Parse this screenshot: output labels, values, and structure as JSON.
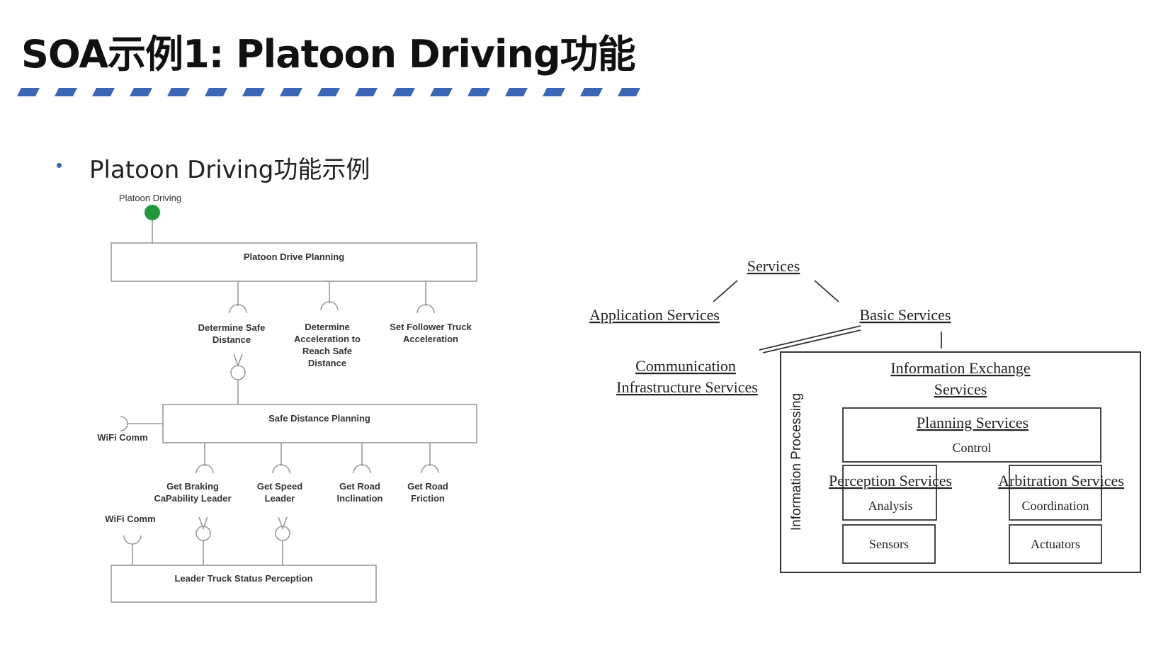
{
  "title": "SOA示例1: Platoon Driving功能",
  "bullet_text": "Platoon Driving功能示例",
  "left_diagram": {
    "root_label": "Platoon Driving",
    "top_box": "Platoon Drive Planning",
    "top_services": [
      {
        "lines": [
          "Determine Safe",
          "Distance"
        ]
      },
      {
        "lines": [
          "Determine",
          "Acceleration to",
          "Reach Safe",
          "Distance"
        ]
      },
      {
        "lines": [
          "Set Follower Truck",
          "Acceleration"
        ]
      }
    ],
    "mid_box": "Safe Distance Planning",
    "wifi_label_1": "WiFi Comm",
    "mid_services": [
      {
        "lines": [
          "Get Braking",
          "CaPability Leader"
        ]
      },
      {
        "lines": [
          "Get Speed",
          "Leader"
        ]
      },
      {
        "lines": [
          "Get Road",
          "Inclination"
        ]
      },
      {
        "lines": [
          "Get Road",
          "Friction"
        ]
      }
    ],
    "wifi_label_2": "WiFi Comm",
    "bottom_box": "Leader Truck Status Perception",
    "colors": {
      "root_dot": "#1f9a3a",
      "line": "#9a9a9a",
      "text": "#333333"
    }
  },
  "right_diagram": {
    "services": "Services",
    "application_services": "Application Services",
    "basic_services": "Basic Services",
    "communication": [
      "Communication",
      "Infrastructure Services"
    ],
    "information_exchange": [
      "Information Exchange",
      "Services"
    ],
    "information_processing": "Information Processing",
    "planning_services": "Planning Services",
    "control": "Control",
    "perception_services": "Perception Services",
    "analysis": "Analysis",
    "sensors": "Sensors",
    "arbitration_services": "Arbitration Services",
    "coordination": "Coordination",
    "actuators": "Actuators"
  },
  "colors": {
    "stripe": "#3b66b5",
    "bullet": "#3b66b5"
  }
}
